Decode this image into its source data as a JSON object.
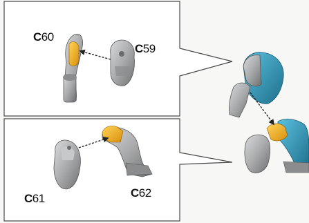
{
  "callouts": {
    "top": {
      "parts": [
        {
          "letter": "C",
          "number": "60"
        },
        {
          "letter": "C",
          "number": "59"
        }
      ]
    },
    "bottom": {
      "parts": [
        {
          "letter": "C",
          "number": "61"
        },
        {
          "letter": "C",
          "number": "62"
        }
      ]
    }
  },
  "colors": {
    "part_gray": "#a9aaab",
    "part_yellow": "#f2b21b",
    "part_teal": "#2a8fb0",
    "frame": "#4a4a4a",
    "arrow": "#222222"
  },
  "icons": [
    "assembly-arrow",
    "callout-pointer"
  ]
}
